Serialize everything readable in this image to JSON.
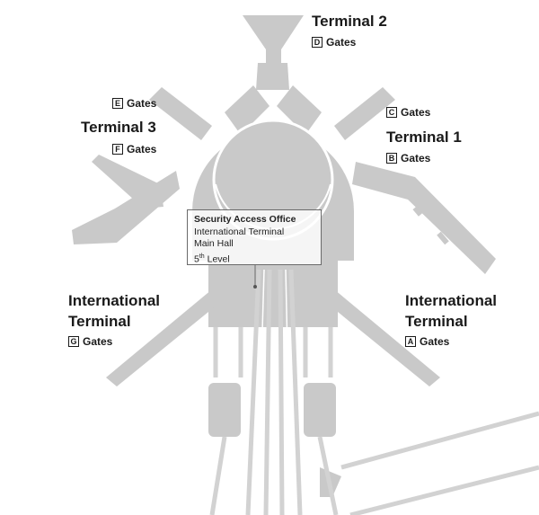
{
  "labels": {
    "terminal2": {
      "title": "Terminal 2",
      "gates": [
        {
          "letter": "D",
          "text": "Gates"
        }
      ]
    },
    "terminal3": {
      "title": "Terminal 3",
      "gates": [
        {
          "letter": "E",
          "text": "Gates"
        },
        {
          "letter": "F",
          "text": "Gates"
        }
      ]
    },
    "terminal1": {
      "title": "Terminal 1",
      "gates": [
        {
          "letter": "C",
          "text": "Gates"
        },
        {
          "letter": "B",
          "text": "Gates"
        }
      ]
    },
    "intl_left": {
      "title_line1": "International",
      "title_line2": "Terminal",
      "gates": [
        {
          "letter": "G",
          "text": "Gates"
        }
      ]
    },
    "intl_right": {
      "title_line1": "International",
      "title_line2": "Terminal",
      "gates": [
        {
          "letter": "A",
          "text": "Gates"
        }
      ]
    }
  },
  "callout": {
    "title": "Security Access Office",
    "line1": "International Terminal",
    "line2": "Main Hall",
    "line3_num": "5",
    "line3_sup": "th",
    "line3_rest": " Level"
  },
  "colors": {
    "building": "#c9c9c9",
    "roadway": "#cfcfcf",
    "text": "#1a1a1a",
    "background": "#ffffff"
  }
}
